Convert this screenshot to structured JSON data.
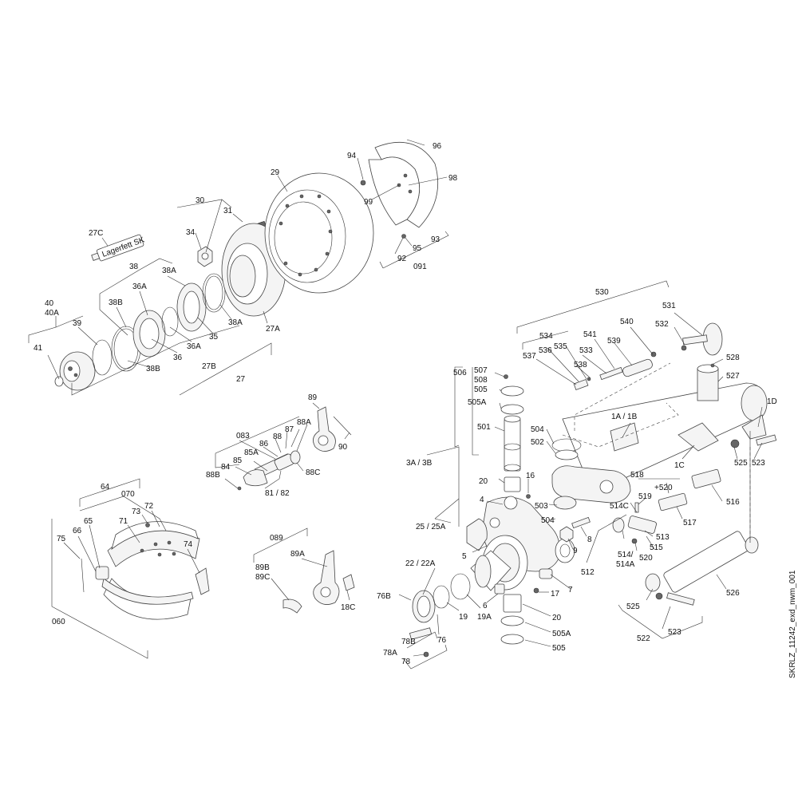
{
  "document_id": "SKRLZ_11242_exd_nwm_001",
  "grease_label": "Lagerfett SK",
  "callouts": {
    "c27C": "27C",
    "c38": "38",
    "c40": "40",
    "c40A": "40A",
    "c39": "39",
    "c41": "41",
    "c38B_a": "38B",
    "c36A_a": "36A",
    "c38A_a": "38A",
    "c36A_b": "36A",
    "c36": "36",
    "c35": "35",
    "c38B_b": "38B",
    "c27B": "27B",
    "c27": "27",
    "c30": "30",
    "c31": "31",
    "c34": "34",
    "c38A_b": "38A",
    "c27A": "27A",
    "c29": "29",
    "c94": "94",
    "c96": "96",
    "c98": "98",
    "c99": "99",
    "c92": "92",
    "c95": "95",
    "c93": "93",
    "c091": "091",
    "c530": "530",
    "c531": "531",
    "c532": "532",
    "c540": "540",
    "c541": "541",
    "c534": "534",
    "c535": "535",
    "c536": "536",
    "c533": "533",
    "c539": "539",
    "c537": "537",
    "c538": "538",
    "c528": "528",
    "c527": "527",
    "c506": "506",
    "c507": "507",
    "c508": "508",
    "c505_a": "505",
    "c505A_a": "505A",
    "c501": "501",
    "c504_a": "504",
    "c502": "502",
    "c1A1B": "1A / 1B",
    "c1D": "1D",
    "c1C": "1C",
    "c525_a": "525",
    "c523_a": "523",
    "c3A3B": "3A / 3B",
    "c20_a": "20",
    "c16": "16",
    "c4": "4",
    "c503": "503",
    "c504_b": "504",
    "c518": "518",
    "c520p": "+520",
    "c519": "519",
    "c514C": "514C",
    "c516": "516",
    "c517": "517",
    "c513": "513",
    "c515": "515",
    "c514": "514/",
    "c514A": "514A",
    "c520": "520",
    "c512": "512",
    "c2525A": "25 / 25A",
    "c5": "5",
    "c8": "8",
    "c9": "9",
    "c6": "6",
    "c17": "17",
    "c7": "7",
    "c2222A": "22 / 22A",
    "c76B": "76B",
    "c76": "76",
    "c19": "19",
    "c19A": "19A",
    "c78B": "78B",
    "c78A": "78A",
    "c78": "78",
    "c20_b": "20",
    "c505A_b": "505A",
    "c505_b": "505",
    "c525_b": "525",
    "c526": "526",
    "c523_b": "523",
    "c522": "522",
    "c083": "083",
    "c88A": "88A",
    "c88": "88",
    "c87": "87",
    "c86": "86",
    "c85A": "85A",
    "c85": "85",
    "c84": "84",
    "c88B": "88B",
    "c88C": "88C",
    "c8182": "81 / 82",
    "c89": "89",
    "c90": "90",
    "c64": "64",
    "c070": "070",
    "c73": "73",
    "c72": "72",
    "c71": "71",
    "c65": "65",
    "c66": "66",
    "c75": "75",
    "c74": "74",
    "c060": "060",
    "c089": "089",
    "c89A": "89A",
    "c89B": "89B",
    "c89C": "89C",
    "c18C": "18C"
  }
}
